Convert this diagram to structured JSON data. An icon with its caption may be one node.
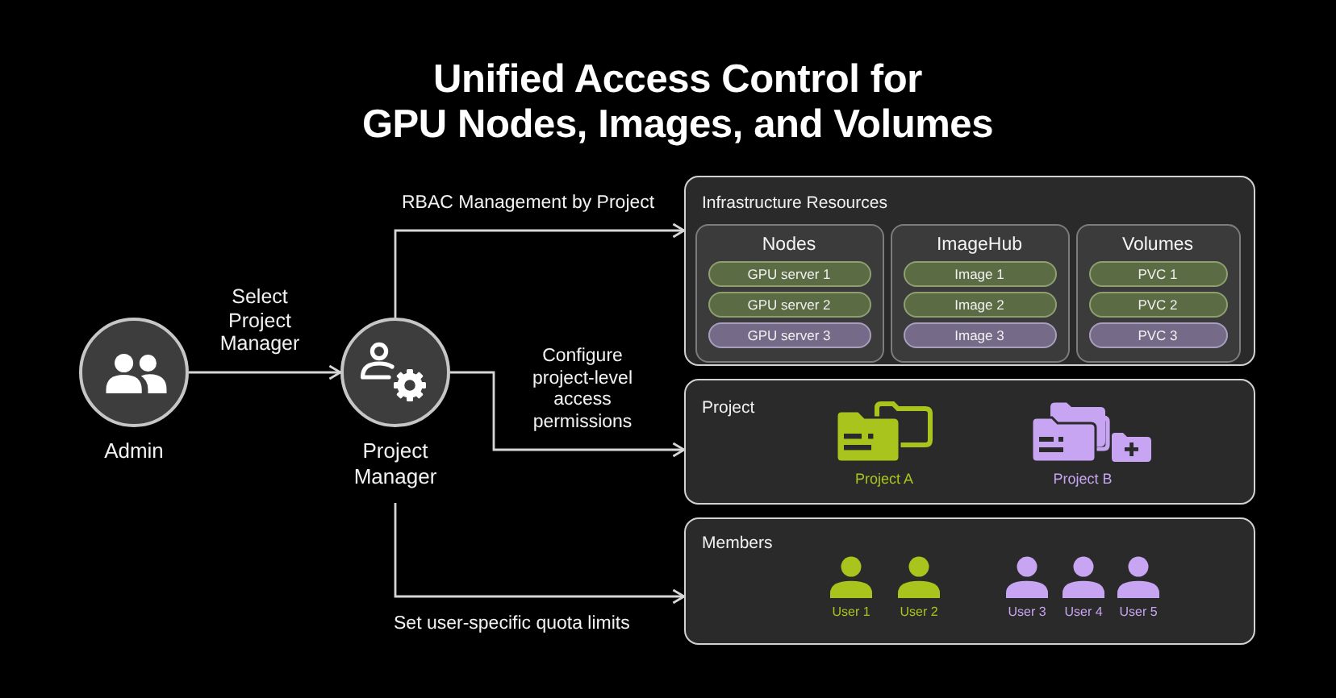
{
  "diagram": {
    "title": "Unified Access Control for GPU Nodes, Images, and Volumes",
    "nodes": [
      {
        "text": [
          "Admin"
        ]
      },
      {
        "text": [
          "Project Manager"
        ]
      },
      {
        "text": [
          "Infrastructure Resources"
        ]
      },
      {
        "text": [
          "Nodes"
        ],
        "in": 2
      },
      {
        "text": [
          "GPU server 1"
        ],
        "in": 3
      },
      {
        "text": [
          "GPU server 2"
        ],
        "in": 3
      },
      {
        "text": [
          "GPU server 3"
        ],
        "in": 3
      },
      {
        "text": [
          "ImageHub"
        ],
        "in": 2
      },
      {
        "text": [
          "Image 1"
        ],
        "in": 7
      },
      {
        "text": [
          "Image 2"
        ],
        "in": 7
      },
      {
        "text": [
          "Image 3"
        ],
        "in": 7
      },
      {
        "text": [
          "Volumes"
        ],
        "in": 2
      },
      {
        "text": [
          "PVC 1"
        ],
        "in": 11
      },
      {
        "text": [
          "PVC 2"
        ],
        "in": 11
      },
      {
        "text": [
          "PVC 3"
        ],
        "in": 11
      },
      {
        "text": [
          "Project"
        ]
      },
      {
        "text": [
          "Project A"
        ],
        "in": 15
      },
      {
        "text": [
          "Project B"
        ],
        "in": 15
      },
      {
        "text": [
          "Members"
        ]
      },
      {
        "text": [
          "User 1"
        ],
        "in": 18
      },
      {
        "text": [
          "User 2"
        ],
        "in": 18
      },
      {
        "text": [
          "User 3"
        ],
        "in": 18
      },
      {
        "text": [
          "User 4"
        ],
        "in": 18
      },
      {
        "text": [
          "User 5"
        ],
        "in": 18
      }
    ],
    "edges": [
      {
        "from": 0,
        "to": 1,
        "label": "Select Project Manager",
        "arrow": "to"
      },
      {
        "from": 1,
        "to": 2,
        "label": "RBAC Management by Project",
        "arrow": "to"
      },
      {
        "from": 1,
        "to": 15,
        "label": "Configure project-level access permissions",
        "arrow": "to"
      },
      {
        "from": 1,
        "to": 18,
        "label": "Set user-specific quota limits",
        "arrow": "to"
      }
    ]
  }
}
